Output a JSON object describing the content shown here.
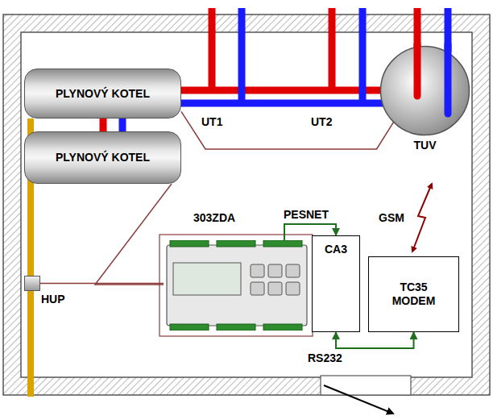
{
  "diagram": {
    "nodes": [
      {
        "text": [
          "PLYNOVÝ KOTEL"
        ]
      },
      {
        "text": [
          "TUV"
        ]
      },
      {
        "text": [
          "PLYNOVÝ KOTEL"
        ]
      },
      {
        "text": [
          "HUP"
        ]
      },
      {
        "text": [
          "303ZDA"
        ]
      },
      {
        "text": [
          "CA3"
        ]
      },
      {
        "text": [
          "TC35 MODEM"
        ]
      }
    ],
    "edges": [
      {
        "from": 0,
        "to": 1,
        "arrow": "none"
      },
      {
        "from": 2,
        "to": 4,
        "arrow": "none"
      },
      {
        "from": 3,
        "to": 4,
        "arrow": "none"
      },
      {
        "from": 4,
        "to": 5,
        "label": "PESNET",
        "arrow": "to"
      },
      {
        "from": 5,
        "to": 6,
        "label": "RS232",
        "arrow": "both"
      }
    ],
    "labels": [
      "UT1",
      "UT2",
      "GSM"
    ]
  }
}
